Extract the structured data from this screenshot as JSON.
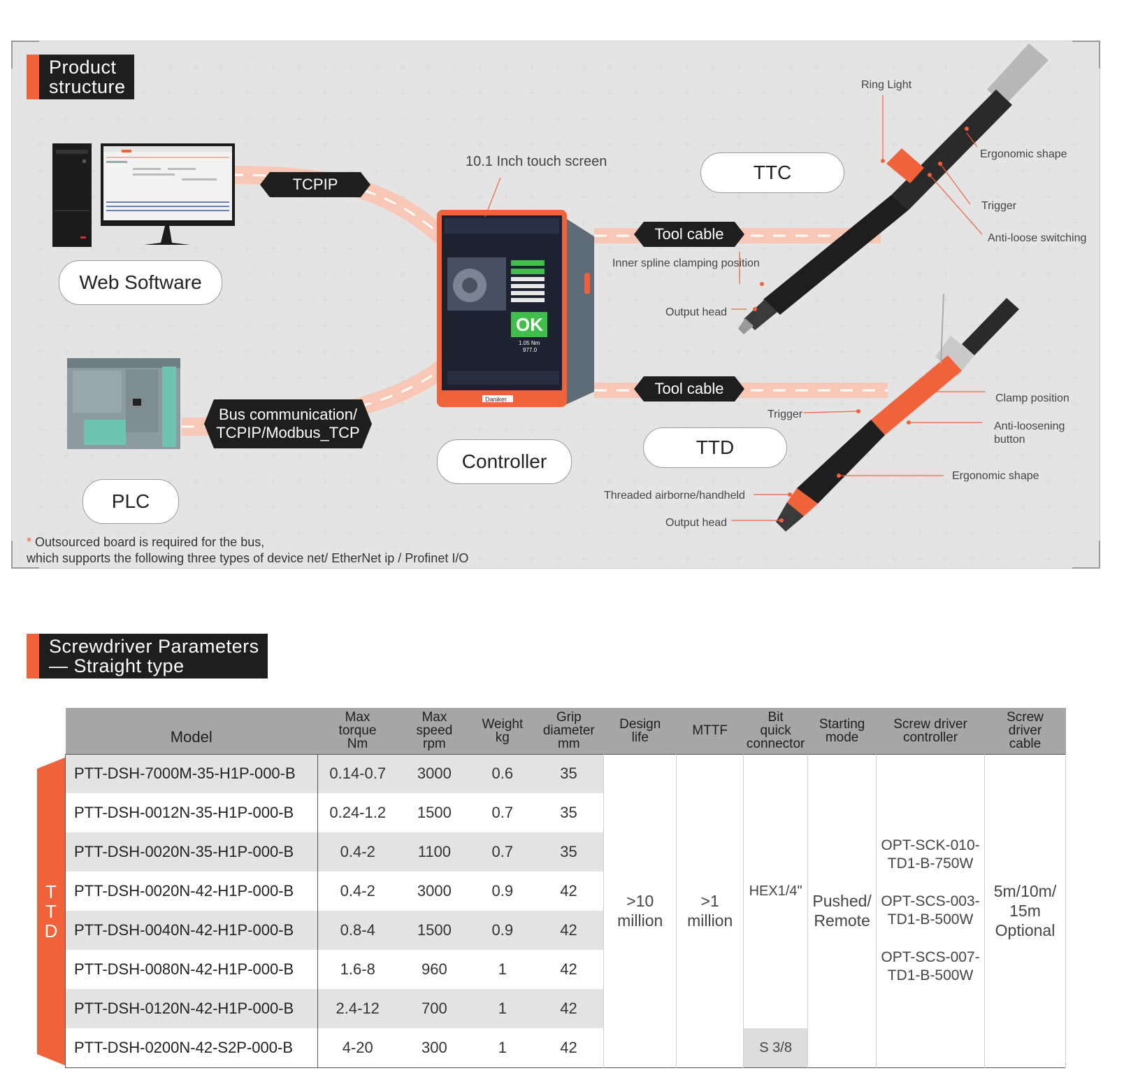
{
  "structure": {
    "title_line1": "Product",
    "title_line2": "structure",
    "bubbles": {
      "web_software": "Web Software",
      "plc": "PLC",
      "controller": "Controller",
      "ttc": "TTC",
      "ttd": "TTD"
    },
    "tags": {
      "tcpip": "TCPIP",
      "bus_line1": "Bus communication/",
      "bus_line2": "TCPIP/Modbus_TCP",
      "tool_cable_1": "Tool cable",
      "tool_cable_2": "Tool cable"
    },
    "labels": {
      "touch_screen": "10.1 Inch touch screen",
      "ring_light": "Ring Light",
      "ergonomic_shape_ttc": "Ergonomic shape",
      "trigger_ttc": "Trigger",
      "anti_loose_switching": "Anti-loose switching",
      "inner_spline": "Inner spline clamping position",
      "output_head_ttc": "Output head",
      "clamp_position": "Clamp position",
      "trigger_ttd": "Trigger",
      "anti_loosening_line1": "Anti-loosening",
      "anti_loosening_line2": "button",
      "ergonomic_shape_ttd": "Ergonomic shape",
      "threaded": "Threaded airborne/handheld",
      "output_head_ttd": "Output head"
    },
    "controller_screen": {
      "ok": "OK",
      "brand": "Daniker",
      "torque": "1.05",
      "torque_unit": "Nm",
      "angle": "977.0"
    },
    "note_star": "*",
    "note_line1": "Outsourced board is required for the bus,",
    "note_line2": "which supports the following three types of device net/ EtherNet ip / Profinet I/O",
    "colors": {
      "accent": "#f0623a",
      "dark": "#1e1e1e",
      "cable": "#f8c7b5"
    }
  },
  "params": {
    "title_line1": "Screwdriver Parameters",
    "title_line2": "— Straight type",
    "band_letters": [
      "T",
      "T",
      "D"
    ],
    "headers": {
      "model": "Model",
      "torque": [
        "Max",
        "torque",
        "Nm"
      ],
      "speed": [
        "Max",
        "speed",
        "rpm"
      ],
      "weight": [
        "Weight",
        "kg"
      ],
      "grip": [
        "Grip",
        "diameter",
        "mm"
      ],
      "design_life": [
        "Design",
        "life"
      ],
      "mttf": "MTTF",
      "bit": [
        "Bit",
        "quick",
        "connector"
      ],
      "starting": [
        "Starting",
        "mode"
      ],
      "controller": [
        "Screw driver",
        "controller"
      ],
      "cable": [
        "Screw",
        "driver",
        "cable"
      ]
    },
    "rows": [
      {
        "model": "PTT-DSH-7000M-35-H1P-000-B",
        "torque": "0.14-0.7",
        "speed": "3000",
        "weight": "0.6",
        "grip": "35"
      },
      {
        "model": "PTT-DSH-0012N-35-H1P-000-B",
        "torque": "0.24-1.2",
        "speed": "1500",
        "weight": "0.7",
        "grip": "35"
      },
      {
        "model": "PTT-DSH-0020N-35-H1P-000-B",
        "torque": "0.4-2",
        "speed": "1100",
        "weight": "0.7",
        "grip": "35"
      },
      {
        "model": "PTT-DSH-0020N-42-H1P-000-B",
        "torque": "0.4-2",
        "speed": "3000",
        "weight": "0.9",
        "grip": "42"
      },
      {
        "model": "PTT-DSH-0040N-42-H1P-000-B",
        "torque": "0.8-4",
        "speed": "1500",
        "weight": "0.9",
        "grip": "42"
      },
      {
        "model": "PTT-DSH-0080N-42-H1P-000-B",
        "torque": "1.6-8",
        "speed": "960",
        "weight": "1",
        "grip": "42"
      },
      {
        "model": "PTT-DSH-0120N-42-H1P-000-B",
        "torque": "2.4-12",
        "speed": "700",
        "weight": "1",
        "grip": "42"
      },
      {
        "model": "PTT-DSH-0200N-42-S2P-000-B",
        "torque": "4-20",
        "speed": "300",
        "weight": "1",
        "grip": "42"
      }
    ],
    "merged": {
      "design_life": [
        "&gt;10",
        "million"
      ],
      "mttf": [
        "&gt;1",
        "million"
      ],
      "bit_main": "HEX1/4\"",
      "bit_last": "S 3/8",
      "starting": [
        "Pushed/",
        "Remote"
      ],
      "controllers": [
        "OPT-SCK-010-",
        "TD1-B-750W",
        "OPT-SCS-003-",
        "TD1-B-500W",
        "OPT-SCS-007-",
        "TD1-B-500W"
      ],
      "cable": [
        "5m/10m/",
        "15m",
        "Optional"
      ]
    }
  }
}
